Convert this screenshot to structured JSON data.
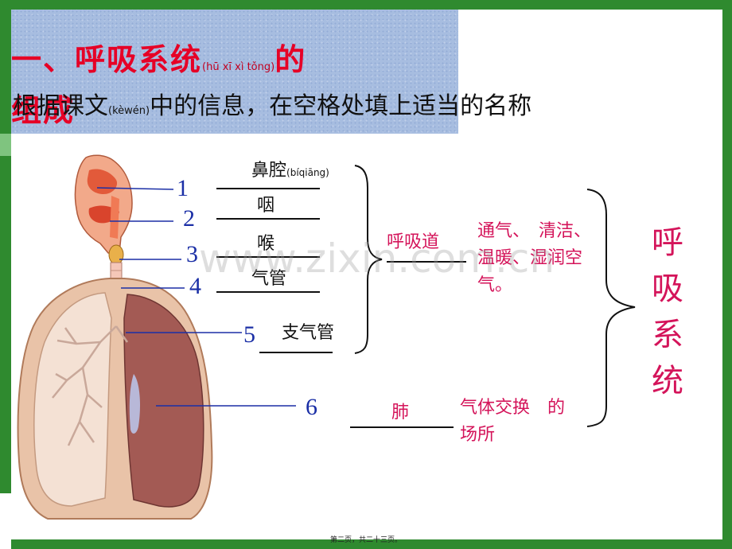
{
  "title": {
    "part1": "一、呼吸系统",
    "pinyin": "(hū xī xì tǒng)",
    "part2": "的",
    "line2": "组成"
  },
  "subtitle": {
    "part1": "根据课文",
    "pinyin": "(kèwén)",
    "part2": "中的信息，在空格处填上适当的名称"
  },
  "labels": {
    "nasal": "鼻腔",
    "nasal_pinyin": "(bíqiāng)",
    "pharynx": "咽",
    "larynx": "喉",
    "trachea": "气管",
    "bronchi": "支气管"
  },
  "numbers": [
    "1",
    "2",
    "3",
    "4",
    "5",
    "6"
  ],
  "airway": {
    "label": "呼吸道",
    "desc1": "通气、　清洁、",
    "desc2": "温暖、湿润空",
    "desc3": "气。"
  },
  "lung": {
    "label": "肺",
    "desc1": "气体交换　的",
    "desc2": "场所"
  },
  "system": [
    "呼",
    "吸",
    "系",
    "统"
  ],
  "watermark": "www.zixin.com.cn",
  "footer": "第二页，共二十三页。",
  "colors": {
    "frame": "#2f8a2f",
    "title_red": "#e60026",
    "answer_pink": "#d4145a",
    "number_blue": "#1b2fa6"
  }
}
